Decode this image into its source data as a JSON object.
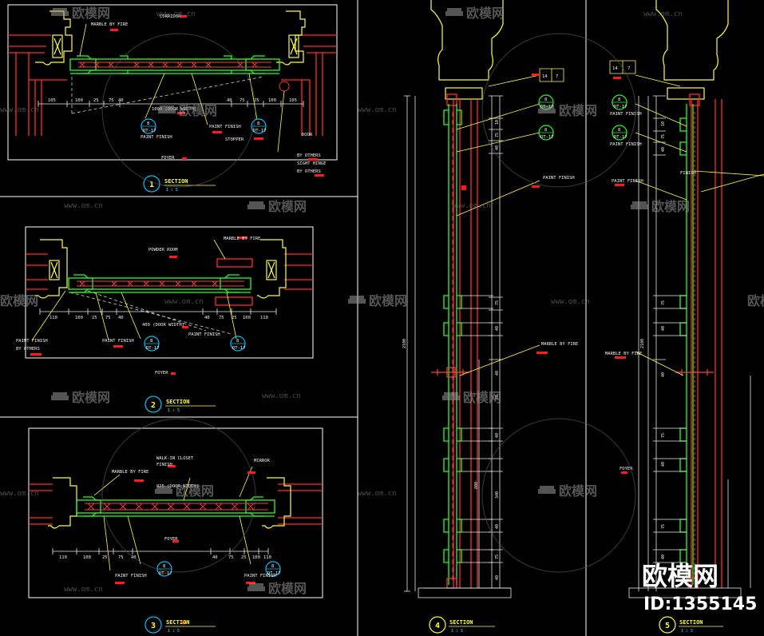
{
  "colors": {
    "background": "#000000",
    "frame": "#ffffff",
    "wall": "#ff2a2a",
    "door": "#22ff22",
    "molding": "#ffff33",
    "dimension": "#e8e8e8",
    "hatch": "#ff3c3c",
    "badge": "#00bfff",
    "watermark": "#9a9a9a"
  },
  "icons": {
    "section_badge": "circle-number",
    "callout": "circle-split-tag",
    "watermark_logo": "sofa-icon"
  },
  "watermark": {
    "brand": "欧模网",
    "url": "www.om.cn",
    "id": "ID:1355145"
  },
  "panel1": {
    "number": "1",
    "title": "SECTION",
    "scale": "1 : 5",
    "labels": {
      "corridor": "CORRIDOR",
      "marble": "MARBLE BY FIRE",
      "door_width": "1000 (DOOR WIDTH)",
      "paint_l": "PAINT FINISH",
      "paint_r": "PAINT FINISH",
      "stopper": "STOPPER",
      "foyer": "FOYER",
      "door_r": "DOOR",
      "by_others": "BY OTHERS",
      "sight_hinge": "SIGHT HINGE",
      "by_others_2": "BY OTHERS"
    },
    "callout_l": {
      "num": "8",
      "ref": "DT-17"
    },
    "callout_r": {
      "num": "8",
      "ref": "DT-17"
    },
    "dims": [
      "105",
      "100",
      "25",
      "75",
      "40",
      "40",
      "75",
      "25",
      "100",
      "105"
    ]
  },
  "panel2": {
    "number": "2",
    "title": "SECTION",
    "scale": "1 : 5",
    "labels": {
      "powder": "POWDER ROOM",
      "marble": "MARBLE BY FIRE",
      "paint_l": "PAINT FINISH",
      "paint_r": "PAINT FINISH",
      "door_width": "400 (DOOR WIDTH)",
      "paint_edge": "PAINT FINISH",
      "by_others": "BY OTHERS",
      "foyer": "FOYER"
    },
    "callout_l": {
      "num": "8",
      "ref": "DT-17"
    },
    "callout_r": {
      "num": "8",
      "ref": "DT-17"
    },
    "dims": [
      "110",
      "100",
      "25",
      "75",
      "40",
      "40",
      "75",
      "25",
      "100",
      "110"
    ]
  },
  "panel3": {
    "number": "3",
    "title": "SECTION",
    "scale": "1 : 5",
    "labels": {
      "walkin": "WALK-IN CLOSET",
      "finish": "FINISH",
      "marble": "MARBLE BY FIRE",
      "door_width": "925 (DOOR WIDTH)",
      "mirror": "MIRROR",
      "foyer": "FOYER",
      "paint_l": "PAINT FINISH",
      "paint_r": "PAINT FINISH"
    },
    "callout_l": {
      "num": "8",
      "ref": "DT-17"
    },
    "callout_r": {
      "num": "8",
      "ref": "DT-17"
    },
    "dims": [
      "110",
      "100",
      "25",
      "75",
      "40",
      "40",
      "75",
      "25",
      "100",
      "110"
    ]
  },
  "panel4": {
    "number": "4",
    "title": "SECTION",
    "scale": "1 : 5",
    "tag": {
      "num": "14",
      "ref": "7"
    },
    "callout_a": {
      "num": "8",
      "ref": "DT-17"
    },
    "callout_b": {
      "num": "8",
      "ref": "DT-17"
    },
    "labels": {
      "paint": "PAINT FINISH",
      "marble": "MARBLE BY FIRE"
    },
    "dims_right": [
      "10",
      "75",
      "40",
      "75",
      "40",
      "40",
      "75",
      "40",
      "340",
      "40",
      "75",
      "40"
    ],
    "overall": "2100",
    "inner": "800"
  },
  "panel5": {
    "number": "5",
    "title": "SECTION",
    "scale": "1 : 5",
    "tag": {
      "num": "14",
      "ref": "7"
    },
    "callout_a": {
      "num": "8",
      "ref": "DT-17"
    },
    "callout_b": {
      "num": "8",
      "ref": "DT-17"
    },
    "labels": {
      "paint_a": "PAINT FINISH",
      "paint_b": "PAINT FINISH",
      "paint_c": "PAINT FINISH",
      "finish": "FINISH",
      "marble": "MARBLE BY FIRE",
      "foyer": "FOYER"
    },
    "dims_left": [
      "10",
      "75",
      "40",
      "75",
      "40",
      "40",
      "75",
      "40",
      "75",
      "40"
    ],
    "overall": "2100"
  }
}
